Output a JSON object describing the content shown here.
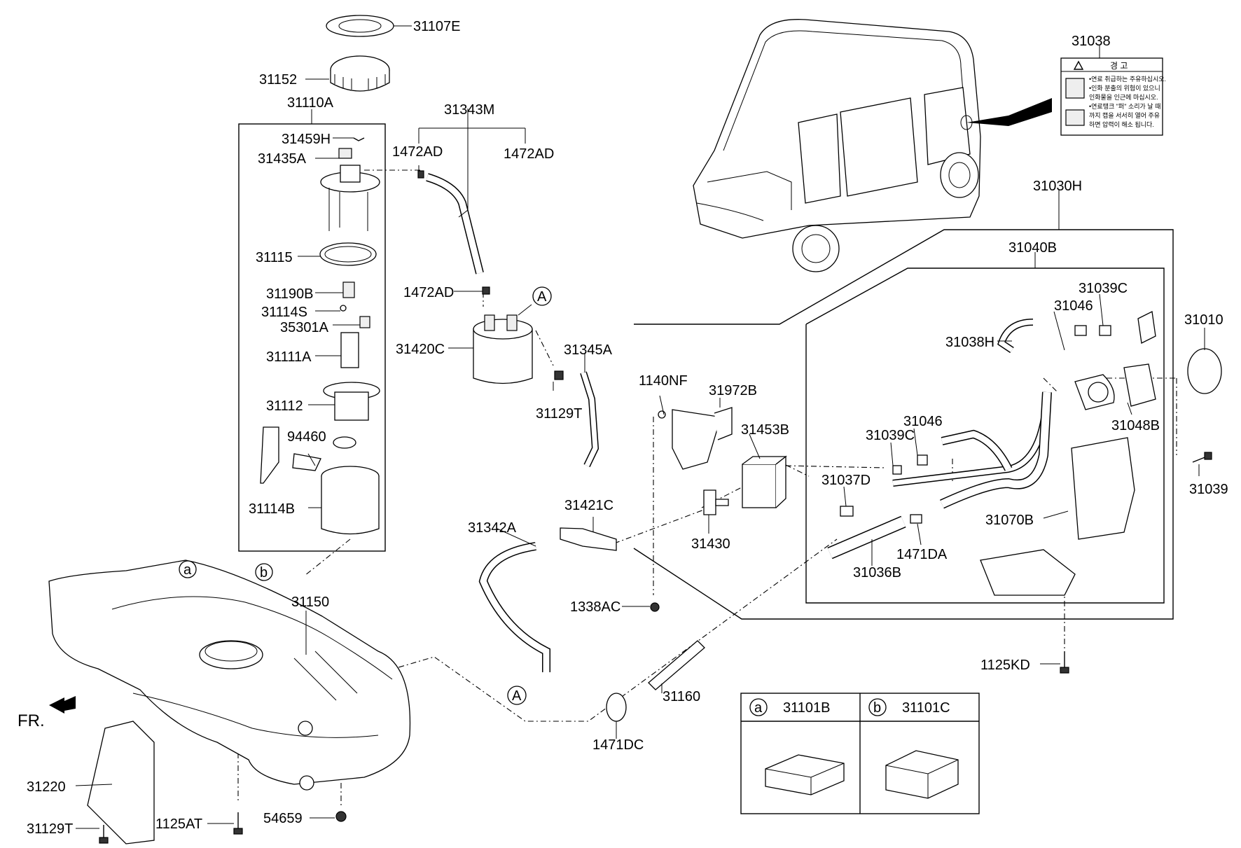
{
  "parts": {
    "p31107E": "31107E",
    "p31152": "31152",
    "p31110A": "31110A",
    "p31459H": "31459H",
    "p31435A": "31435A",
    "p31115": "31115",
    "p31190B": "31190B",
    "p31114S": "31114S",
    "p35301A": "35301A",
    "p31111A": "31111A",
    "p31112": "31112",
    "p94460": "94460",
    "p31114B": "31114B",
    "p31343M": "31343M",
    "p1472AD_a": "1472AD",
    "p1472AD_b": "1472AD",
    "p1472AD_c": "1472AD",
    "p31420C": "31420C",
    "p31345A": "31345A",
    "p31129T_a": "31129T",
    "p31038": "31038",
    "p31030H": "31030H",
    "p31040B": "31040B",
    "p31039C_a": "31039C",
    "p31046_a": "31046",
    "p31038H": "31038H",
    "p31010": "31010",
    "p31048B": "31048B",
    "p31039": "31039",
    "p1140NF": "1140NF",
    "p31972B": "31972B",
    "p31453B": "31453B",
    "p31046_b": "31046",
    "p31039C_b": "31039C",
    "p31037D": "31037D",
    "p31070B": "31070B",
    "p31421C": "31421C",
    "p31342A": "31342A",
    "p31430": "31430",
    "p1471DA": "1471DA",
    "p31036B": "31036B",
    "p1338AC": "1338AC",
    "p1125KD": "1125KD",
    "p31150": "31150",
    "p31160": "31160",
    "p1471DC": "1471DC",
    "p31220": "31220",
    "p31129T_b": "31129T",
    "p1125AT": "1125AT",
    "p54659": "54659"
  },
  "callouts": {
    "a": "a",
    "b": "b",
    "A1": "A",
    "A2": "A"
  },
  "direction_label": "FR.",
  "legend": {
    "col_a_letter": "a",
    "col_a_part": "31101B",
    "col_b_letter": "b",
    "col_b_part": "31101C"
  },
  "warning_label": {
    "title": "경   고",
    "lines": [
      "•연료 취급하는 주유하십시오.",
      "•인화 분출의 위험이 있으니",
      "인화물을 인근에 마십시오.",
      "•연료탱크 \"퍼\" 소리가 날 때",
      "까지 캡을 서서히 열어 주유",
      "하면 압력이 해소 됩니다."
    ]
  }
}
